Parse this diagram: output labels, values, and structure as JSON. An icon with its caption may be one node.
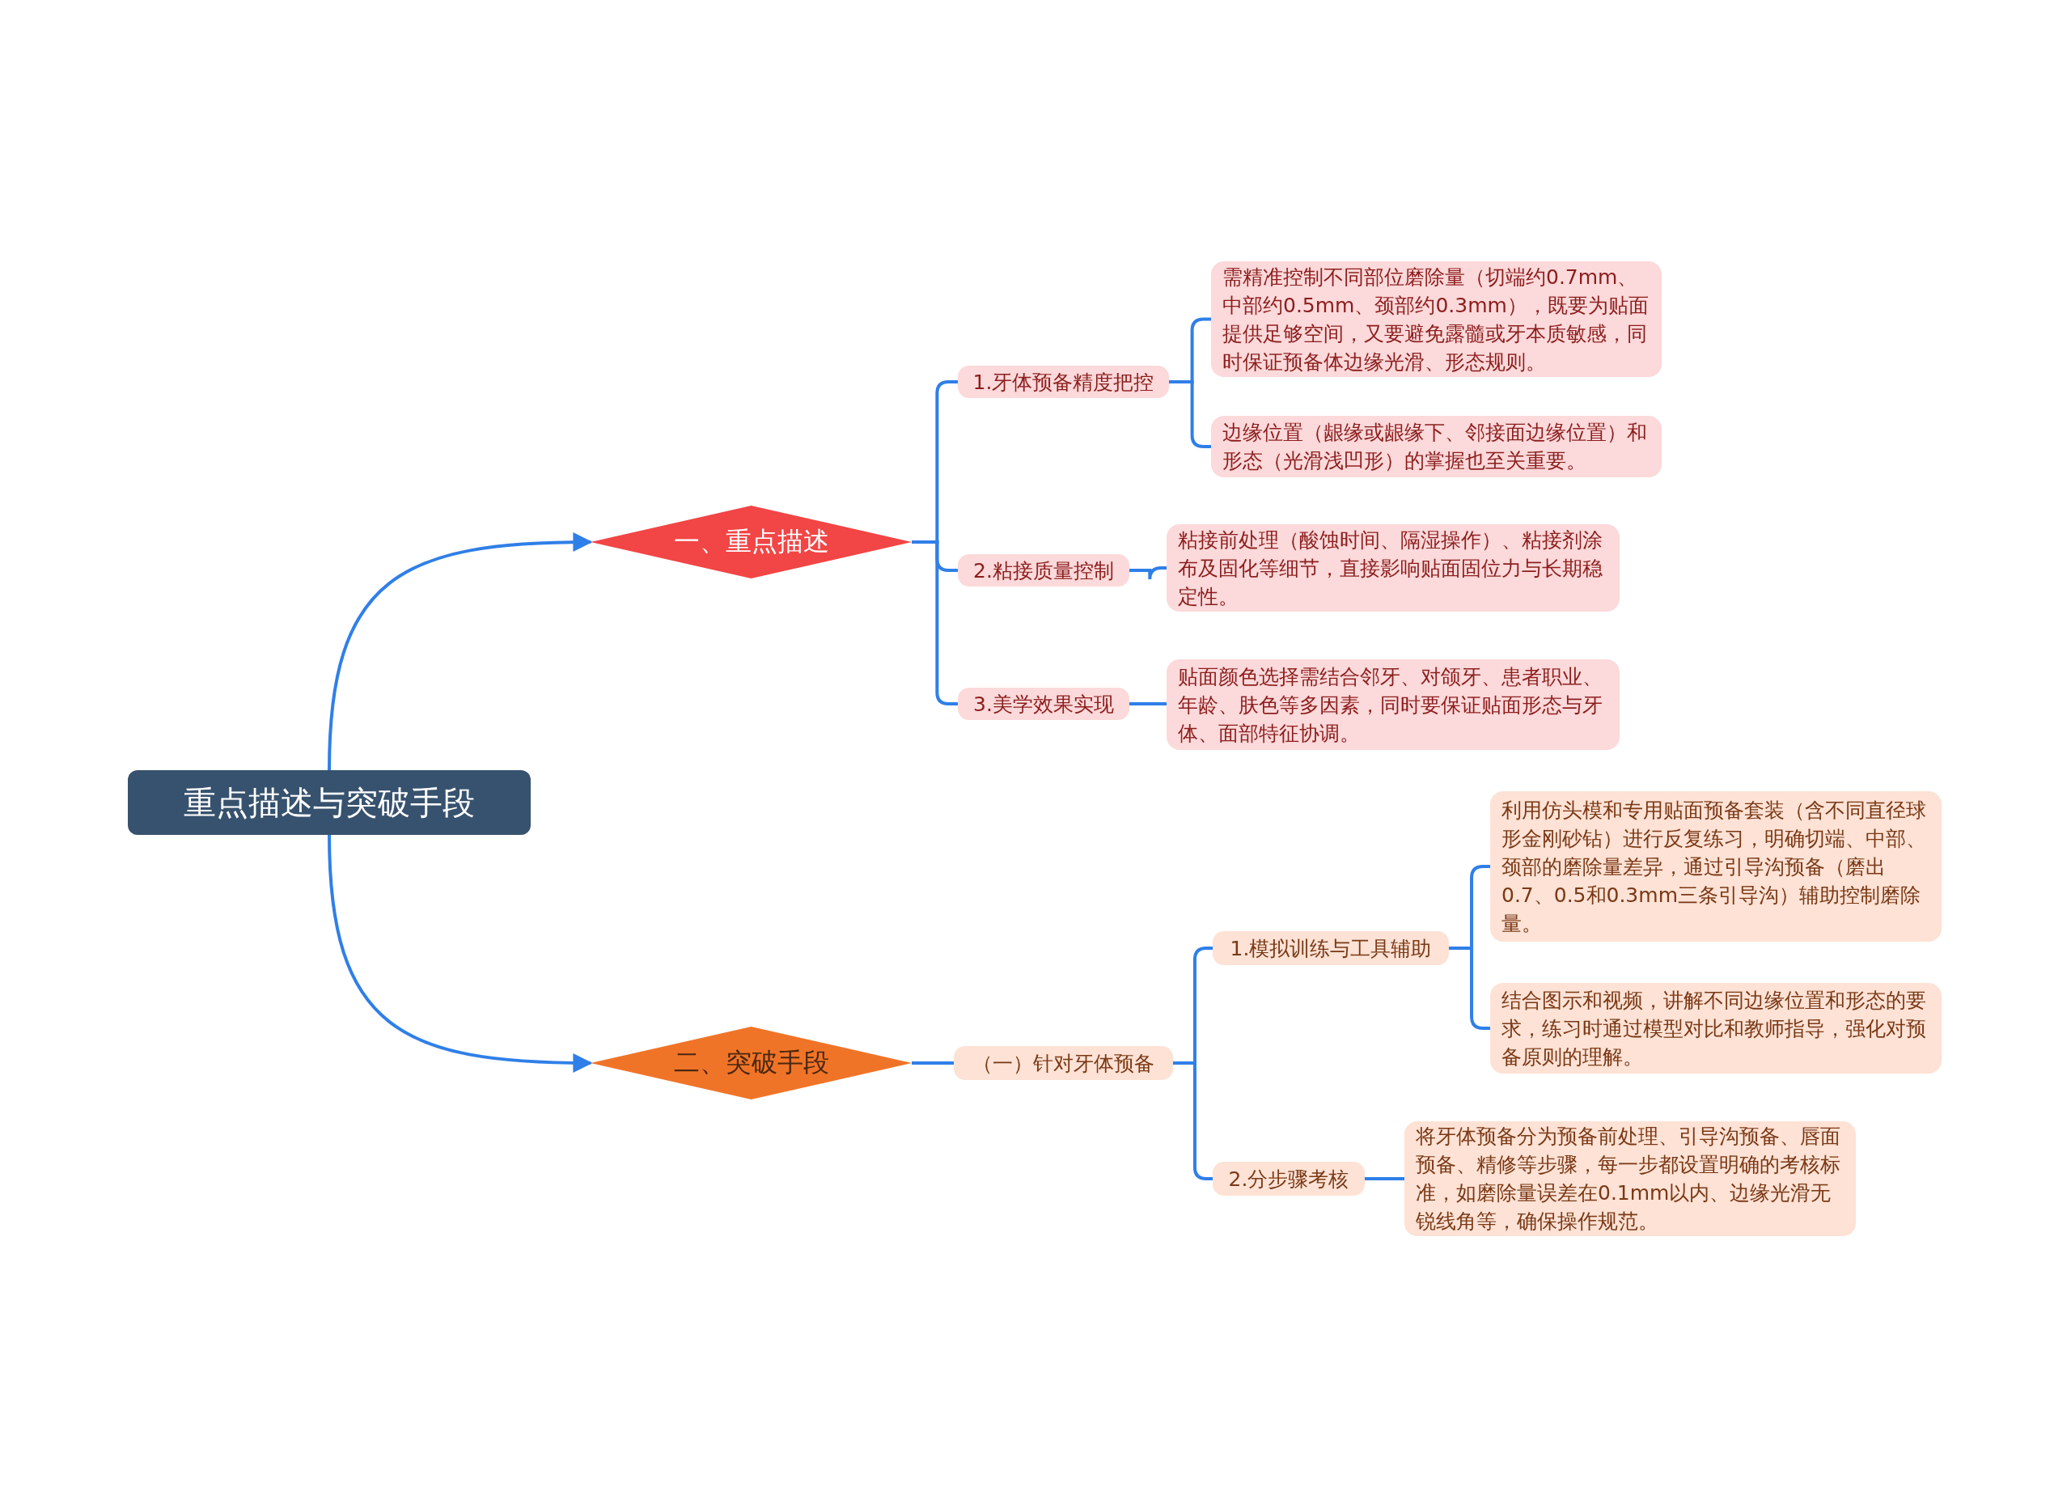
{
  "diagram": {
    "nodes": [
      {
        "text": [
          "重点描述与突破手段"
        ]
      },
      {
        "text": [
          "一、重点描述"
        ]
      },
      {
        "text": [
          "1.牙体预备精度把控"
        ]
      },
      {
        "text": [
          "需精准控制不同部位磨除量（切端约0.7mm、中部约0.5mm、颈部约0.3mm），既要为贴面提供足够空间，又要避免露髓或牙本质敏感，同时保证预备体边缘光滑、形态规则。"
        ]
      },
      {
        "text": [
          "边缘位置（龈缘或龈缘下、邻接面边缘位置）和形态（光滑浅凹形）的掌握也至关重要。"
        ]
      },
      {
        "text": [
          "2.粘接质量控制"
        ]
      },
      {
        "text": [
          "粘接前处理（酸蚀时间、隔湿操作）、粘接剂涂布及固化等细节，直接影响贴面固位力与长期稳定性。"
        ]
      },
      {
        "text": [
          "3.美学效果实现"
        ]
      },
      {
        "text": [
          "贴面颜色选择需结合邻牙、对颌牙、患者职业、年龄、肤色等多因素，同时要保证贴面形态与牙体、面部特征协调。"
        ]
      },
      {
        "text": [
          "二、突破手段"
        ]
      },
      {
        "text": [
          "（一）针对牙体预备"
        ]
      },
      {
        "text": [
          "1.模拟训练与工具辅助"
        ]
      },
      {
        "text": [
          "利用仿头模和专用贴面预备套装（含不同直径球形金刚砂钻）进行反复练习，明确切端、中部、颈部的磨除量差异，通过引导沟预备（磨出0.7、0.5和0.3mm三条引导沟）辅助控制磨除量。"
        ]
      },
      {
        "text": [
          "结合图示和视频，讲解不同边缘位置和形态的要求，练习时通过模型对比和教师指导，强化对预备原则的理解。"
        ]
      },
      {
        "text": [
          "2.分步骤考核"
        ]
      },
      {
        "text": [
          "将牙体预备分为预备前处理、引导沟预备、唇面预备、精修等步骤，每一步都设置明确的考核标准，如磨除量误差在0.1mm以内、边缘光滑无锐线角等，确保操作规范。"
        ]
      }
    ],
    "edges": [
      {
        "from": 0,
        "to": 1,
        "arrow": "to"
      },
      {
        "from": 0,
        "to": 9,
        "arrow": "to"
      },
      {
        "from": 1,
        "to": 2,
        "arrow": "none"
      },
      {
        "from": 1,
        "to": 5,
        "arrow": "none"
      },
      {
        "from": 1,
        "to": 7,
        "arrow": "none"
      },
      {
        "from": 2,
        "to": 3,
        "arrow": "none"
      },
      {
        "from": 2,
        "to": 4,
        "arrow": "none"
      },
      {
        "from": 5,
        "to": 6,
        "arrow": "none"
      },
      {
        "from": 7,
        "to": 8,
        "arrow": "none"
      },
      {
        "from": 9,
        "to": 10,
        "arrow": "none"
      },
      {
        "from": 10,
        "to": 11,
        "arrow": "none"
      },
      {
        "from": 10,
        "to": 14,
        "arrow": "none"
      },
      {
        "from": 11,
        "to": 12,
        "arrow": "none"
      },
      {
        "from": 11,
        "to": 13,
        "arrow": "none"
      },
      {
        "from": 14,
        "to": 15,
        "arrow": "none"
      }
    ]
  }
}
